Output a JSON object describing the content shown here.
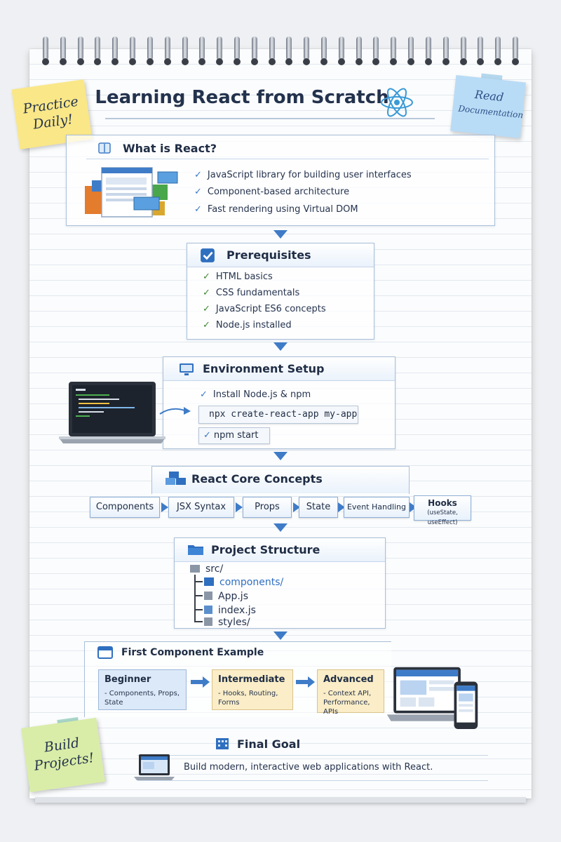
{
  "title": "Learning React from Scratch",
  "sticky_notes": {
    "practice": [
      "Practice",
      "Daily!"
    ],
    "read": [
      "Read",
      "Documentation"
    ],
    "build": [
      "Build",
      "Projects!"
    ]
  },
  "what_is_react": {
    "heading": "What is React?",
    "points": [
      "JavaScript library for building user interfaces",
      "Component-based architecture",
      "Fast rendering using Virtual DOM"
    ]
  },
  "prerequisites": {
    "heading": "Prerequisites",
    "items": [
      "HTML basics",
      "CSS fundamentals",
      "JavaScript ES6 concepts",
      "Node.js installed"
    ]
  },
  "environment_setup": {
    "heading": "Environment Setup",
    "install": "Install Node.js & npm",
    "command_create": "npx create-react-app my-app",
    "command_start": "npm start"
  },
  "core_concepts": {
    "heading": "React Core Concepts",
    "concepts": [
      "Components",
      "JSX Syntax",
      "Props",
      "State",
      "Event Handling"
    ],
    "hooks_label": "Hooks",
    "hooks_detail": "(useState, useEffect)"
  },
  "project_structure": {
    "heading": "Project Structure",
    "root": "src/",
    "items": [
      "components/",
      "App.js",
      "index.js",
      "styles/"
    ]
  },
  "first_component": {
    "heading": "First Component Example",
    "levels": [
      {
        "name": "Beginner",
        "detail": "- Components, Props, State"
      },
      {
        "name": "Intermediate",
        "detail": "- Hooks, Routing, Forms"
      },
      {
        "name": "Advanced",
        "detail": "- Context API, Performance, APIs"
      }
    ]
  },
  "final_goal": {
    "heading": "Final Goal",
    "text": "Build modern, interactive web applications with React."
  },
  "colors": {
    "accent": "#3f7cc8",
    "check_green": "#3d8a2e",
    "sticky_yellow": "#fae787",
    "sticky_blue": "#b9dcf6",
    "sticky_green": "#d9eda8"
  }
}
